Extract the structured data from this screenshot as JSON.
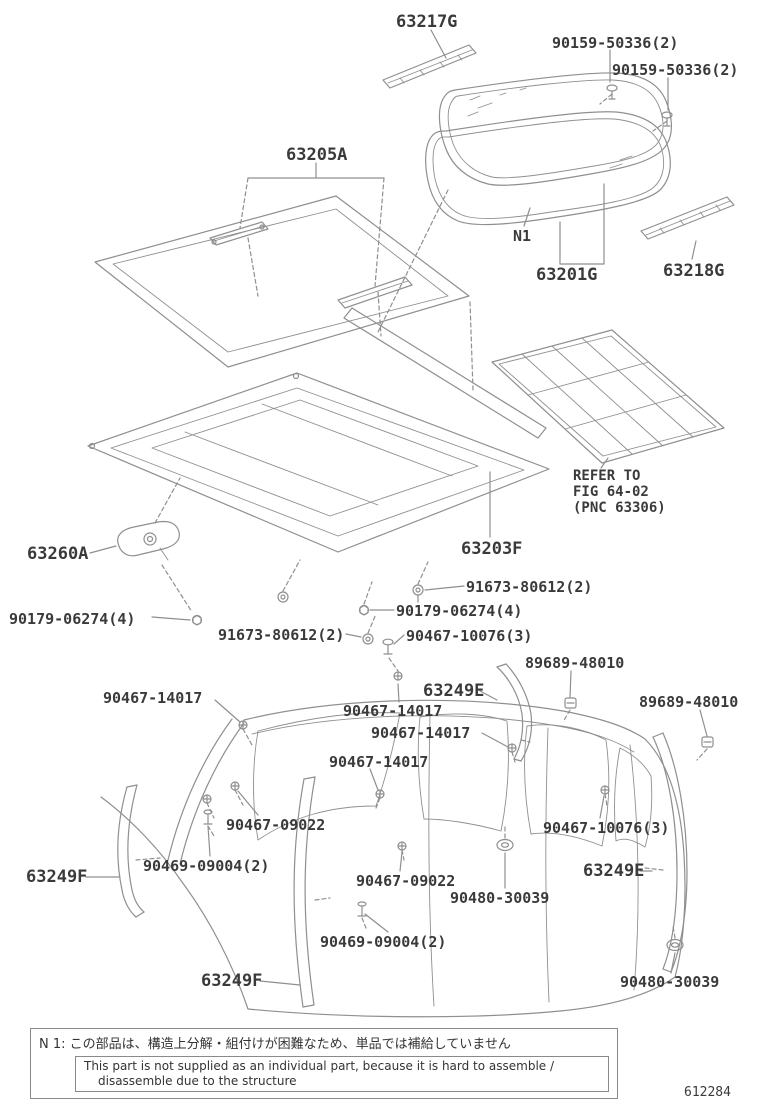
{
  "labels": [
    {
      "text": "63217G"
    },
    {
      "text": "90159-50336(2)"
    },
    {
      "text": "90159-50336(2)"
    },
    {
      "text": "63205A"
    },
    {
      "text": "N1"
    },
    {
      "text": "63201G"
    },
    {
      "text": "63218G"
    },
    {
      "text": "63260A"
    },
    {
      "text": "63203F"
    },
    {
      "text": "91673-80612(2)"
    },
    {
      "text": "90179-06274(4)"
    },
    {
      "text": "90179-06274(4)"
    },
    {
      "text": "91673-80612(2)"
    },
    {
      "text": "90467-10076(3)"
    },
    {
      "text": "89689-48010"
    },
    {
      "text": "63249E"
    },
    {
      "text": "89689-48010"
    },
    {
      "text": "90467-14017"
    },
    {
      "text": "90467-14017"
    },
    {
      "text": "90467-14017"
    },
    {
      "text": "90467-14017"
    },
    {
      "text": "90467-09022"
    },
    {
      "text": "90467-10076(3)"
    },
    {
      "text": "90469-09004(2)"
    },
    {
      "text": "63249F"
    },
    {
      "text": "90467-09022"
    },
    {
      "text": "63249E"
    },
    {
      "text": "90480-30039"
    },
    {
      "text": "90469-09004(2)"
    },
    {
      "text": "63249F"
    },
    {
      "text": "90480-30039"
    }
  ],
  "refer_note": {
    "line1": "REFER TO",
    "line2": "FIG 64-02",
    "line3": "(PNC 63306)"
  },
  "footnote": {
    "jp": "N 1: この部品は、構造上分解・組付けが困難なため、単品では補給していません",
    "en_line1": "This part is not supplied as an individual part, because it is hard to assemble /",
    "en_line2": "disassemble due to the structure"
  },
  "doc_number": "612284",
  "colors": {
    "line": "#8f8f8f",
    "label": "#3a3a3a",
    "background": "#ffffff"
  }
}
